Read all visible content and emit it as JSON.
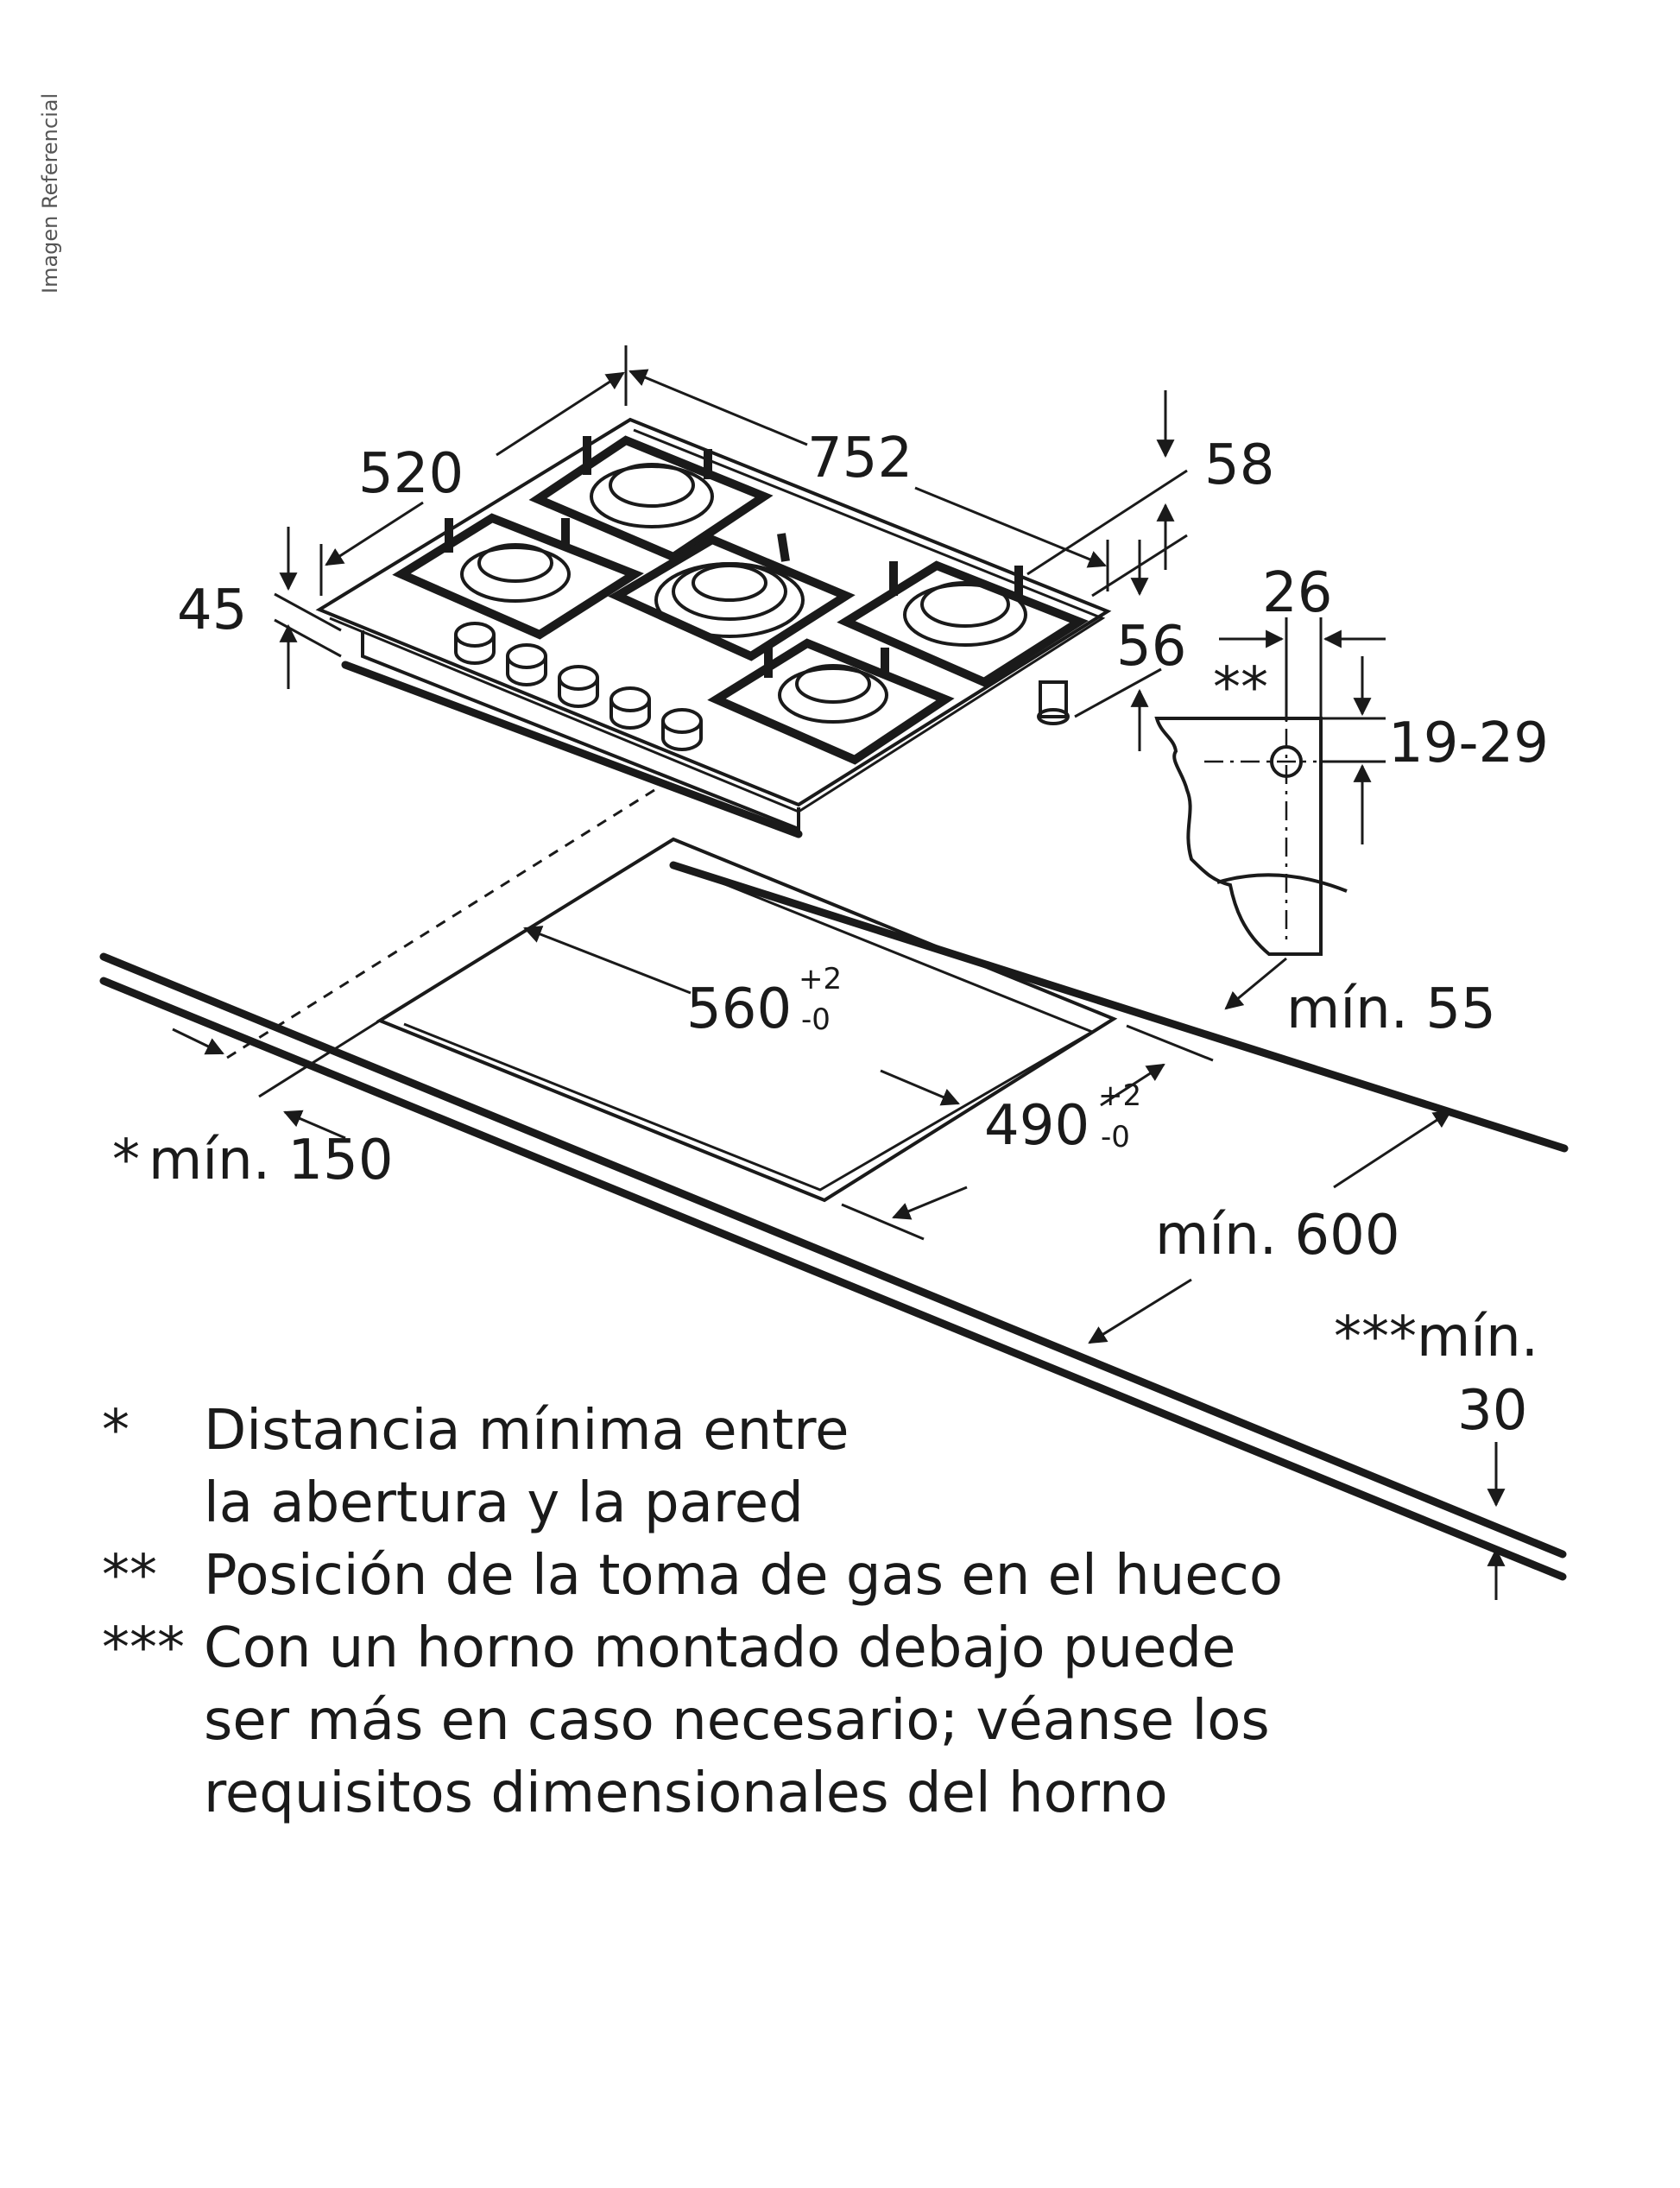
{
  "side_label": "Imagen Referencial",
  "dimensions": {
    "width_752": "752",
    "depth_520": "520",
    "height_45": "45",
    "height_58": "58",
    "height_56": "56",
    "gas_26": "26",
    "gas_range": "19-29",
    "gas_marker": "**",
    "cutout_width": "560",
    "cutout_width_tol_plus": "+2",
    "cutout_width_tol_minus": "-0",
    "cutout_depth": "490",
    "cutout_depth_tol_plus": "+2",
    "cutout_depth_tol_minus": "-0",
    "min_55": "mín. 55",
    "min_150_mark": "*",
    "min_150": "mín. 150",
    "min_600": "mín. 600",
    "min_30_line1": "***mín.",
    "min_30_line2": "30"
  },
  "notes": [
    {
      "mark": "*",
      "text": "Distancia mínima entre\nla abertura y la pared"
    },
    {
      "mark": "**",
      "text": "Posición de la toma de gas en el hueco"
    },
    {
      "mark": "***",
      "text": "Con un horno montado debajo puede\nser más en caso necesario; véanse los\nrequisitos dimensionales del horno"
    }
  ]
}
